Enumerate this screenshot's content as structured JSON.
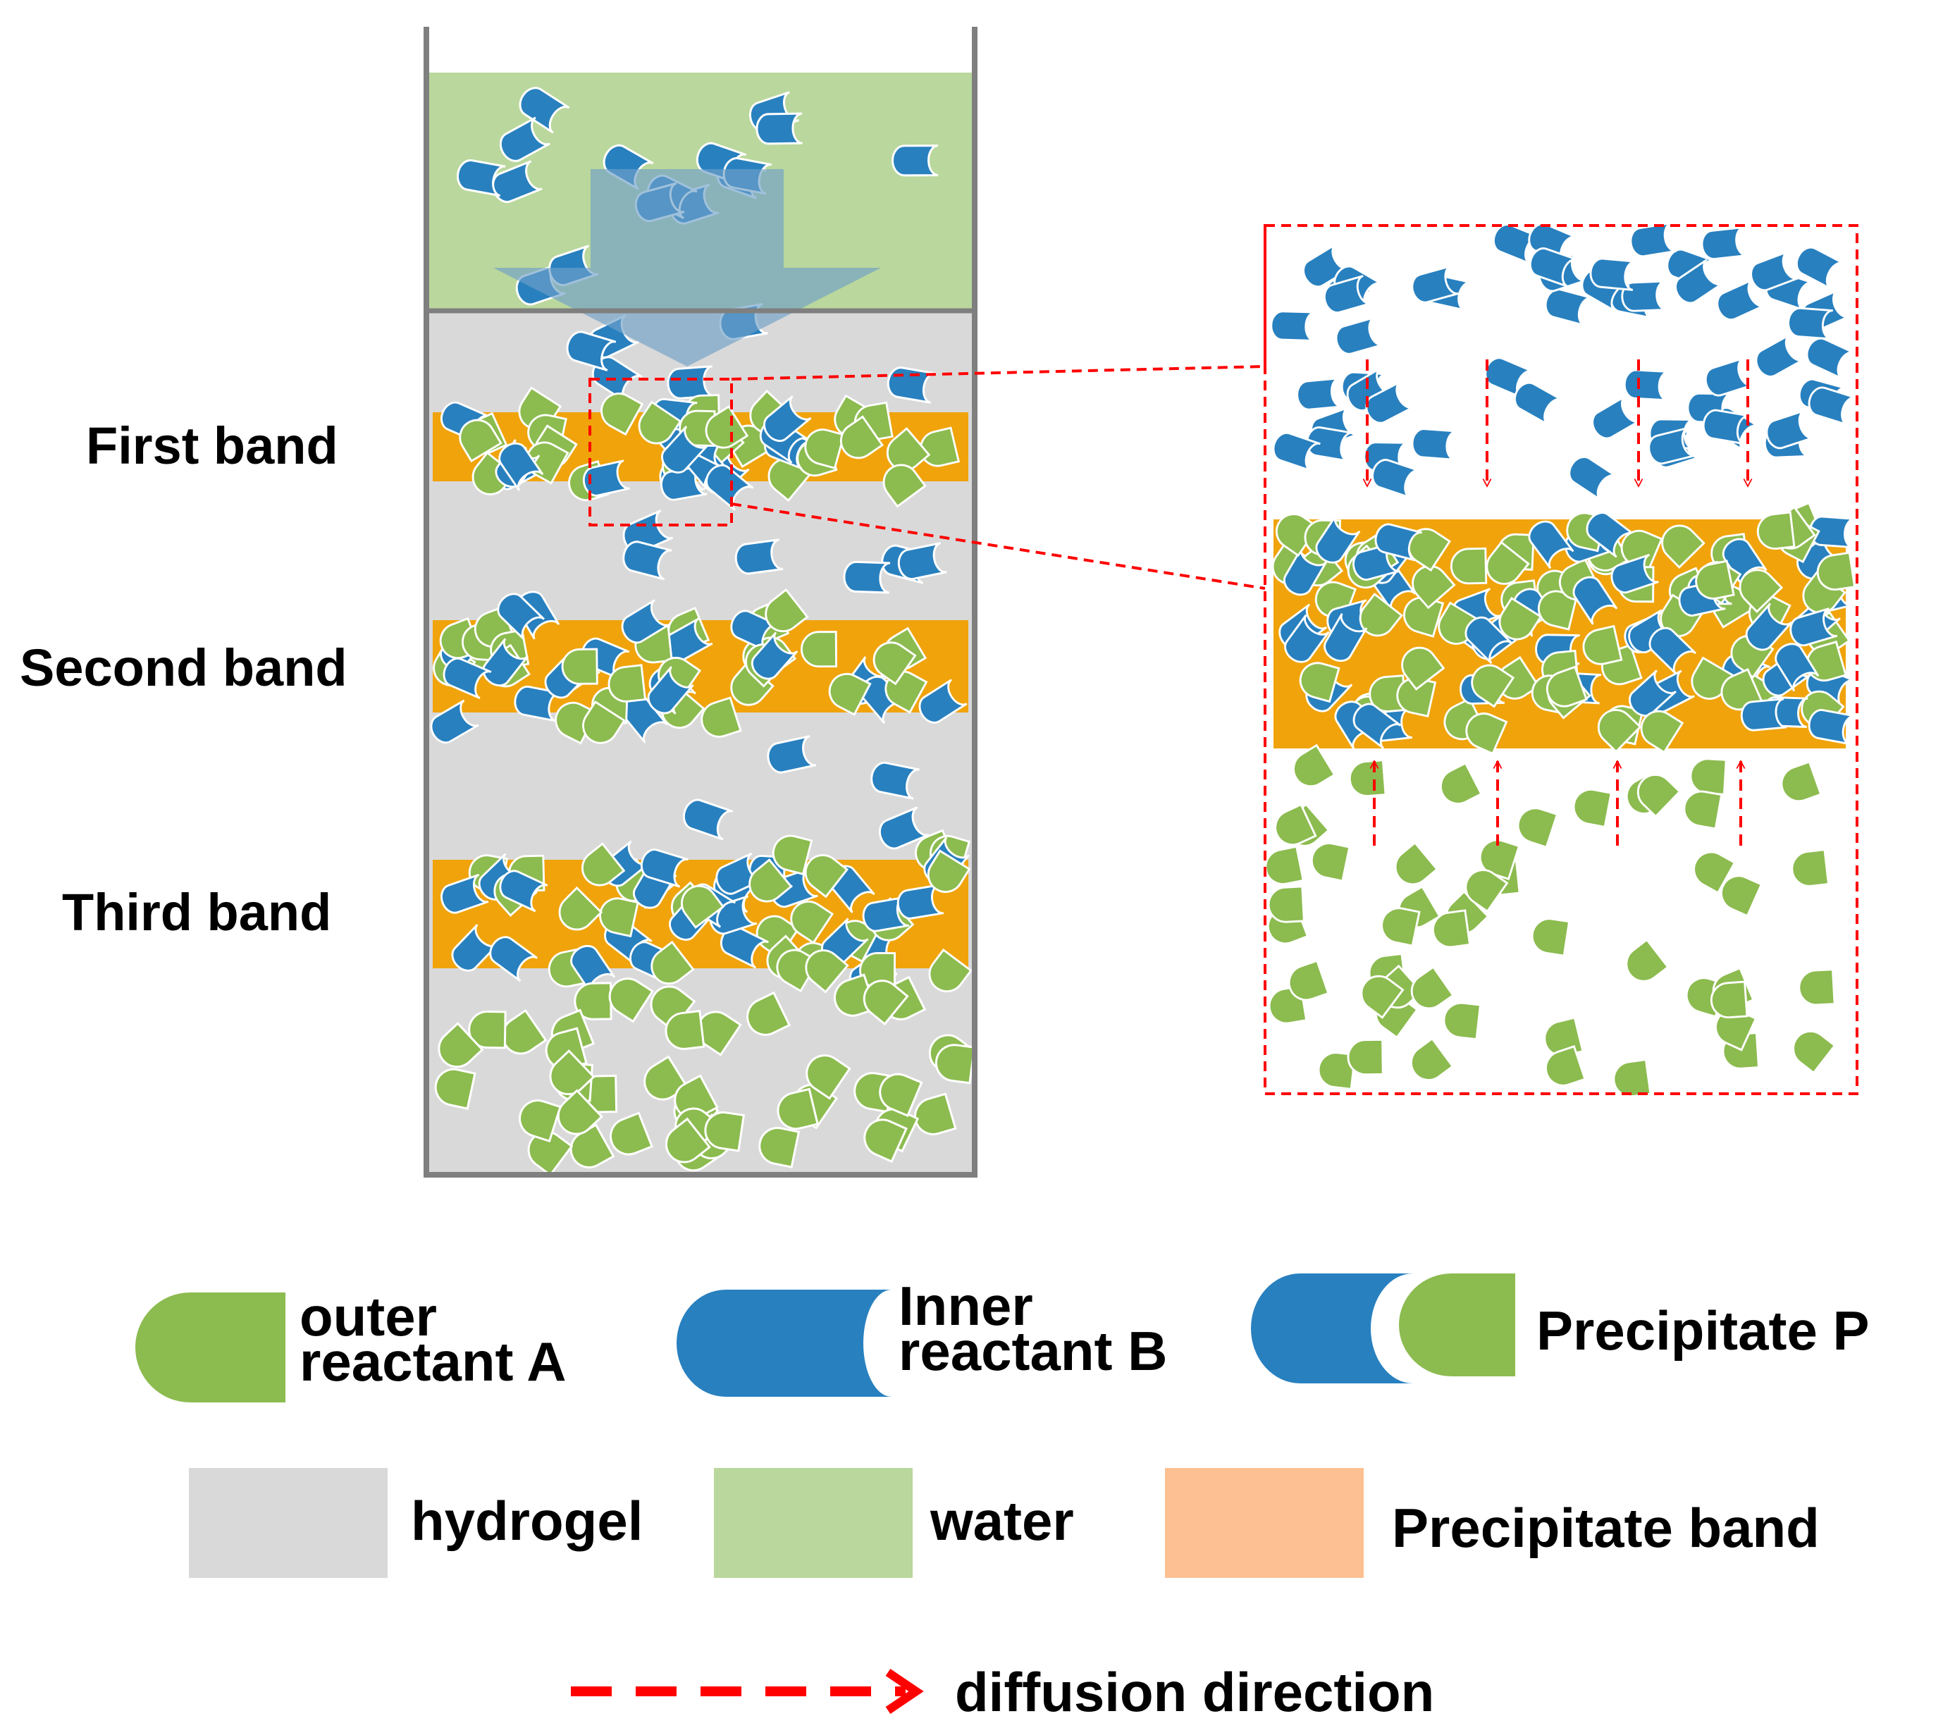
{
  "band_labels": {
    "first": "First band",
    "second": "Second band",
    "third": "Third band"
  },
  "legend": {
    "reactant_a": [
      "outer",
      "reactant A"
    ],
    "reactant_b": [
      "Inner",
      "reactant B"
    ],
    "precipitate": "Precipitate P",
    "hydrogel": "hydrogel",
    "water": "water",
    "precipitate_band": "Precipitate band",
    "diffusion": "diffusion direction"
  },
  "colors": {
    "reactant_a": "#8cbb4f",
    "reactant_b": "#2880bf",
    "water": "#bad79d",
    "hydrogel": "#d9d9d9",
    "band": "#f0a30a",
    "band_legend": "#fdc092",
    "diffusion_arrow": "#ff0000",
    "tube_wall": "#7f7f7f"
  }
}
